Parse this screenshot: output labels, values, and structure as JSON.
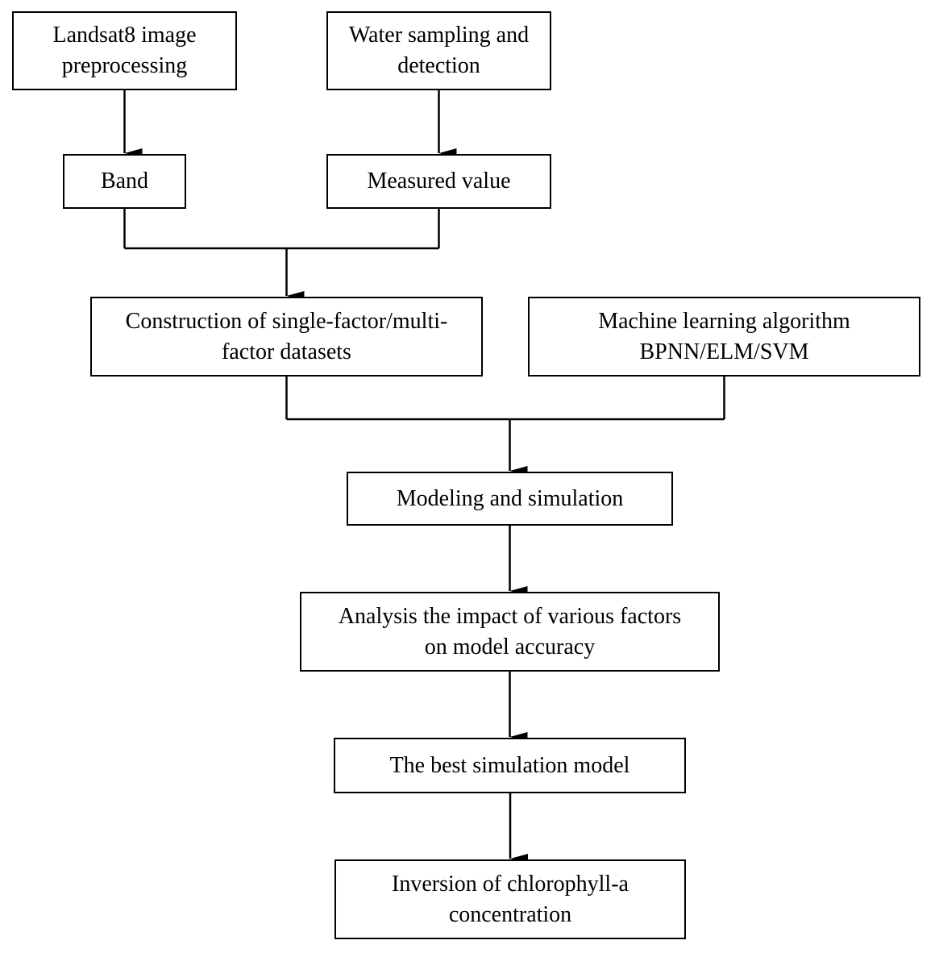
{
  "nodes": {
    "landsat": {
      "lines": [
        "Landsat8 image",
        "preprocessing"
      ]
    },
    "water": {
      "lines": [
        "Water sampling and",
        "detection"
      ]
    },
    "band": {
      "lines": [
        "Band"
      ]
    },
    "measured": {
      "lines": [
        "Measured value"
      ]
    },
    "construct": {
      "lines": [
        "Construction of single-factor/multi-",
        "factor datasets"
      ]
    },
    "ml": {
      "lines": [
        "Machine learning algorithm",
        "BPNN/ELM/SVM"
      ]
    },
    "modeling": {
      "lines": [
        "Modeling and simulation"
      ]
    },
    "analysis": {
      "lines": [
        "Analysis the impact of various factors",
        "on model accuracy"
      ]
    },
    "best": {
      "lines": [
        "The best simulation model"
      ]
    },
    "inversion": {
      "lines": [
        "Inversion of chlorophyll-a",
        "concentration"
      ]
    }
  },
  "edges": [
    {
      "from": [
        "landsat"
      ],
      "to": "band"
    },
    {
      "from": [
        "water"
      ],
      "to": "measured"
    },
    {
      "from": [
        "band",
        "measured"
      ],
      "to": "construct"
    },
    {
      "from": [
        "construct",
        "ml"
      ],
      "to": "modeling"
    },
    {
      "from": [
        "modeling"
      ],
      "to": "analysis"
    },
    {
      "from": [
        "analysis"
      ],
      "to": "best"
    },
    {
      "from": [
        "best"
      ],
      "to": "inversion"
    }
  ]
}
